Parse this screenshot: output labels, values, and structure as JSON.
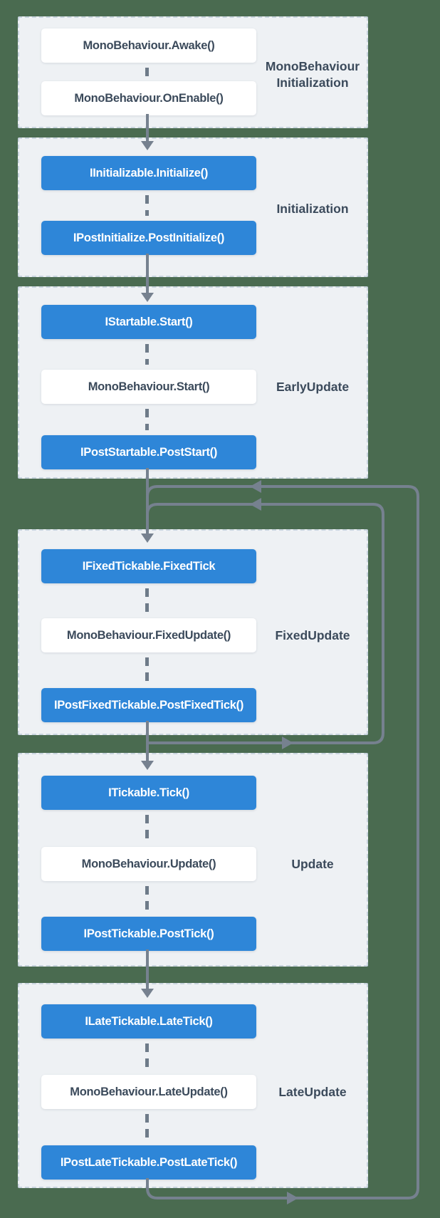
{
  "colors": {
    "background": "#4A6B50",
    "panel_background": "#EEF1F4",
    "panel_border": "#C8D4DE",
    "box_blue": "#2E86D8",
    "box_white": "#FFFFFF",
    "text_dark": "#3B4A5B",
    "arrow_gray": "#76818F"
  },
  "panels": [
    {
      "name": "monobehaviour-initialization",
      "label": "MonoBehaviour Initialization",
      "boxes": [
        {
          "text": "MonoBehaviour.Awake()",
          "variant": "white"
        },
        {
          "text": "MonoBehaviour.OnEnable()",
          "variant": "white"
        }
      ]
    },
    {
      "name": "initialization",
      "label": "Initialization",
      "boxes": [
        {
          "text": "IInitializable.Initialize()",
          "variant": "blue"
        },
        {
          "text": "IPostInitialize.PostInitialize()",
          "variant": "blue"
        }
      ]
    },
    {
      "name": "early-update",
      "label": "EarlyUpdate",
      "boxes": [
        {
          "text": "IStartable.Start()",
          "variant": "blue"
        },
        {
          "text": "MonoBehaviour.Start()",
          "variant": "white"
        },
        {
          "text": "IPostStartable.PostStart()",
          "variant": "blue"
        }
      ]
    },
    {
      "name": "fixed-update",
      "label": "FixedUpdate",
      "boxes": [
        {
          "text": "IFixedTickable.FixedTick",
          "variant": "blue"
        },
        {
          "text": "MonoBehaviour.FixedUpdate()",
          "variant": "white"
        },
        {
          "text": "IPostFixedTickable.PostFixedTick()",
          "variant": "blue"
        }
      ]
    },
    {
      "name": "update",
      "label": "Update",
      "boxes": [
        {
          "text": "ITickable.Tick()",
          "variant": "blue"
        },
        {
          "text": "MonoBehaviour.Update()",
          "variant": "white"
        },
        {
          "text": "IPostTickable.PostTick()",
          "variant": "blue"
        }
      ]
    },
    {
      "name": "late-update",
      "label": "LateUpdate",
      "boxes": [
        {
          "text": "ILateTickable.LateTick()",
          "variant": "blue"
        },
        {
          "text": "MonoBehaviour.LateUpdate()",
          "variant": "white"
        },
        {
          "text": "IPostLateTickable.PostLateTick()",
          "variant": "blue"
        }
      ]
    }
  ]
}
